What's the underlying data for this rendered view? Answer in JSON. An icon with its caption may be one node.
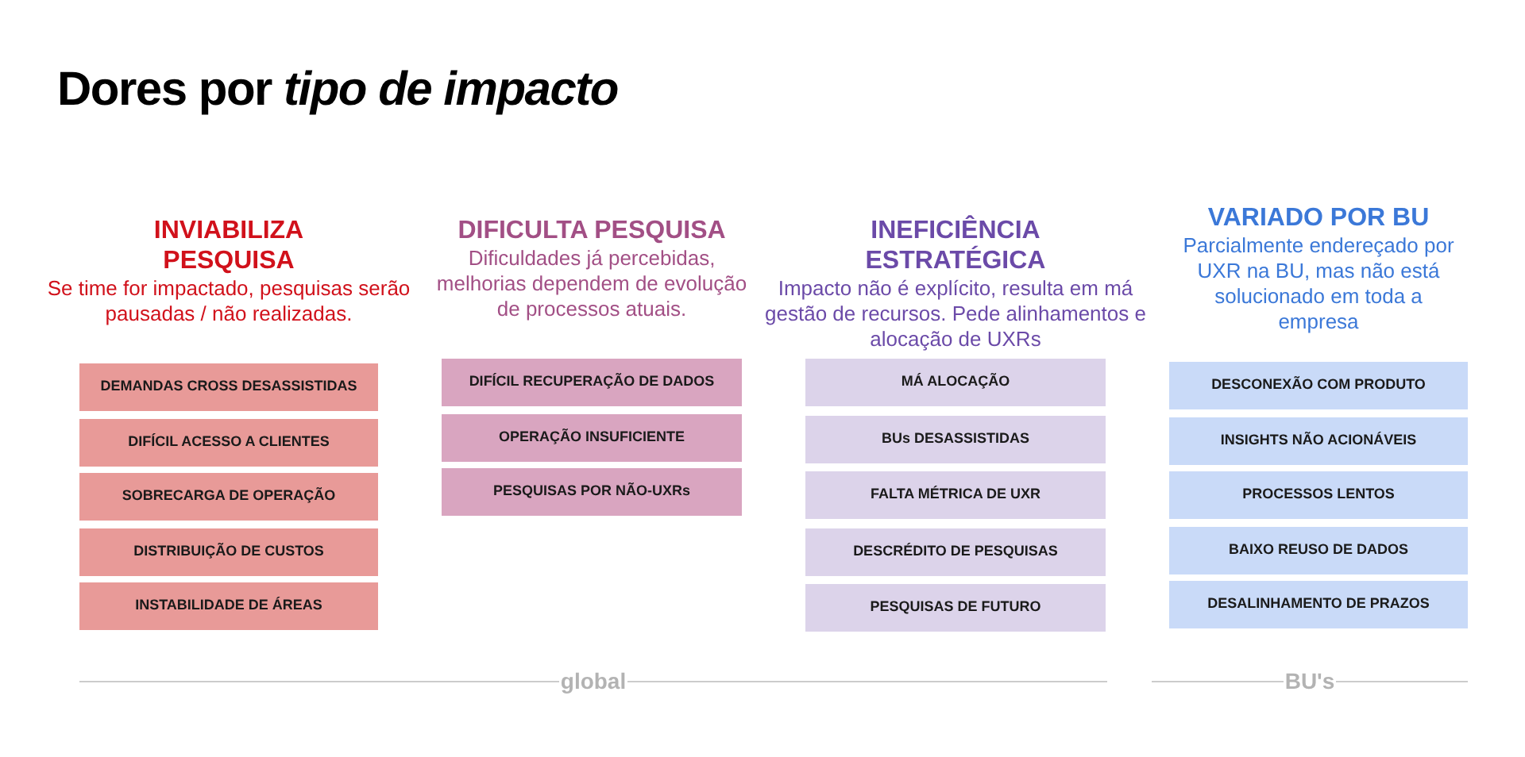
{
  "diagram": {
    "title": "Dores por *tipo de impacto*",
    "nodes": [
      {
        "text": [
          "DEMANDAS CROSS DESASSISTIDAS"
        ]
      },
      {
        "text": [
          "DIFÍCIL ACESSO A CLIENTES"
        ]
      },
      {
        "text": [
          "SOBRECARGA DE OPERAÇÃO"
        ]
      },
      {
        "text": [
          "DISTRIBUIÇÃO DE CUSTOS"
        ]
      },
      {
        "text": [
          "INSTABILIDADE DE ÁREAS"
        ]
      },
      {
        "text": [
          "DIFÍCIL RECUPERAÇÃO DE DADOS"
        ]
      },
      {
        "text": [
          "OPERAÇÃO INSUFICIENTE"
        ]
      },
      {
        "text": [
          "PESQUISAS POR NÃO-UXRs"
        ]
      },
      {
        "text": [
          "MÁ ALOCAÇÃO"
        ]
      },
      {
        "text": [
          "BUs DESASSISTIDAS"
        ]
      },
      {
        "text": [
          "FALTA MÉTRICA DE UXR"
        ]
      },
      {
        "text": [
          "DESCRÉDITO DE PESQUISAS"
        ]
      },
      {
        "text": [
          "PESQUISAS DE FUTURO"
        ]
      },
      {
        "text": [
          "DESCONEXÃO COM PRODUTO"
        ]
      },
      {
        "text": [
          "INSIGHTS NÃO ACIONÁVEIS"
        ]
      },
      {
        "text": [
          "PROCESSOS LENTOS"
        ]
      },
      {
        "text": [
          "BAIXO REUSO DE DADOS"
        ]
      },
      {
        "text": [
          "DESALINHAMENTO DE PRAZOS"
        ]
      }
    ],
    "labels": [
      "INVIABILIZA PESQUISA",
      "Se time for impactado, pesquisas serão pausadas / não realizadas.",
      "DIFICULTA PESQUISA",
      "Dificuldades já percebidas, melhorias dependem de evolução de processos atuais.",
      "INEFICIÊNCIA ESTRATÉGICA",
      "Impacto não é explícito, resulta em má gestão de recursos. Pede alinhamentos e alocação de UXRs",
      "VARIADO POR BU",
      "Parcialmente endereçado por UXR na BU, mas não está solucionado em toda a empresa",
      "global",
      "BU's"
    ]
  }
}
